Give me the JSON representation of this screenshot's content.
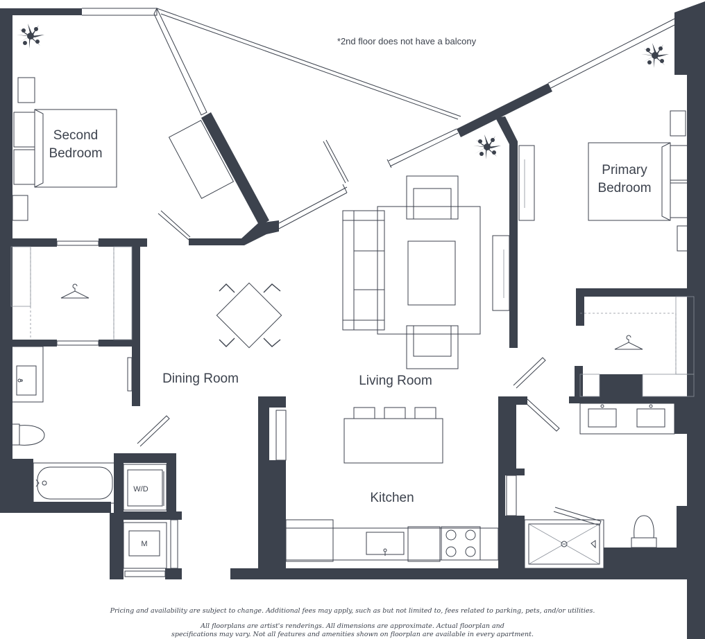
{
  "rooms": {
    "second_bedroom": [
      "Second",
      "Bedroom"
    ],
    "primary_bedroom": [
      "Primary",
      "Bedroom"
    ],
    "dining_room": "Dining Room",
    "living_room": "Living Room",
    "kitchen": "Kitchen"
  },
  "appliances": {
    "washer_dryer": "W/D",
    "mechanical": "M"
  },
  "note": "*2nd floor does not have a balcony",
  "disclaimer": {
    "line1": "Pricing and availability are subject to change.  Additional fees may apply, such as but not limited to, fees related to parking, pets, and/or utilities.",
    "line2": "All floorplans are artist's renderings.  All dimensions are approximate.  Actual floorplan and",
    "line3": "specifications may vary.  Not all features and amenities shown on floorplan are available in every apartment."
  },
  "colors": {
    "wall": "#3c424d",
    "background": "#ffffff"
  },
  "icons": [
    "plant-icon",
    "hanger-icon",
    "toilet-icon",
    "bathtub-icon",
    "sink-icon",
    "shower-icon",
    "stovetop-icon"
  ]
}
